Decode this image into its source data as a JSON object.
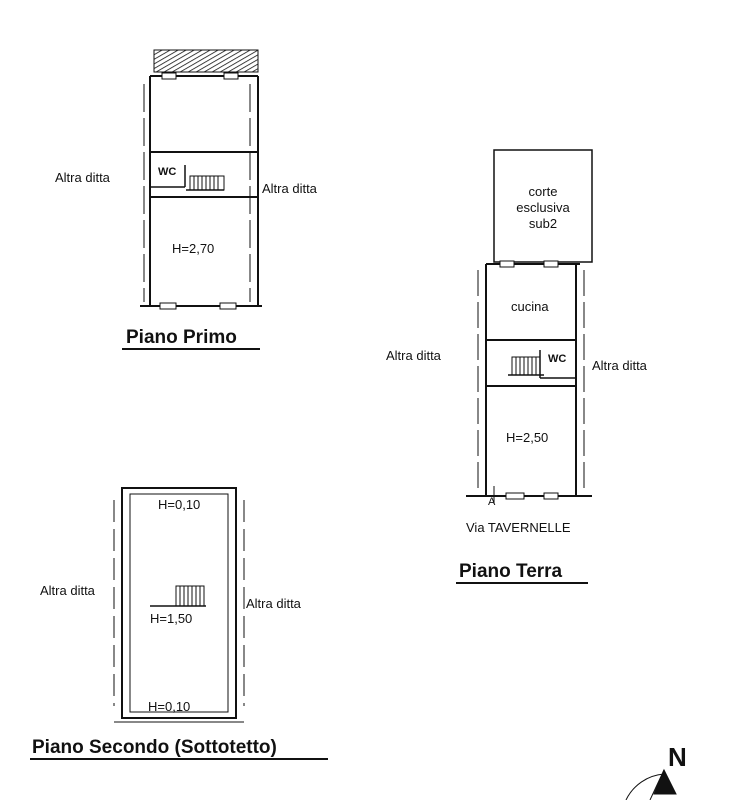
{
  "plans": {
    "primo": {
      "title": "Piano Primo",
      "neighbor_left": "Altra ditta",
      "neighbor_right": "Altra ditta",
      "wc": "WC",
      "height": "H=2,70"
    },
    "terra": {
      "title": "Piano Terra",
      "neighbor_left": "Altra ditta",
      "neighbor_right": "Altra ditta",
      "courtyard_line1": "corte",
      "courtyard_line2": "esclusiva",
      "courtyard_line3": "sub2",
      "kitchen": "cucina",
      "wc": "WC",
      "height": "H=2,50",
      "entrance_marker": "A",
      "street": "Via TAVERNELLE"
    },
    "secondo": {
      "title": "Piano Secondo (Sottotetto)",
      "neighbor_left": "Altra ditta",
      "neighbor_right": "Altra ditta",
      "height_top": "H=0,10",
      "height_middle": "H=1,50",
      "height_bottom": "H=0,10"
    }
  },
  "compass": {
    "label": "N"
  },
  "colors": {
    "ink": "#111111",
    "paper": "#ffffff"
  }
}
